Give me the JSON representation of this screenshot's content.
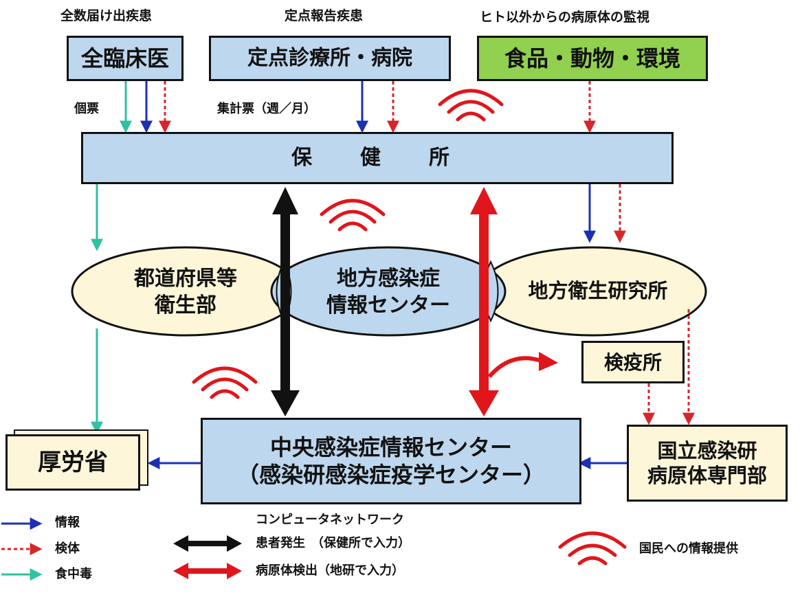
{
  "captions": {
    "notifiable_all": "全数届け出疾患",
    "sentinel": "定点報告疾患",
    "non_human": "ヒト以外からの病原体の監視"
  },
  "boxes": {
    "all_clinics": "全臨床医",
    "sentinel_sites": "定点診療所・病院",
    "food_env": "食品・動物・環境",
    "health_center": "保　健　所",
    "quarantine": "検疫所",
    "mhlw": "厚労省",
    "central_center_line1": "中央感染症情報センター",
    "central_center_line2": "（感染研感染症疫学センター）",
    "niid_line1": "国立感染研",
    "niid_line2": "病原体専門部"
  },
  "ellipses": {
    "prefecture_line1": "都道府県等",
    "prefecture_line2": "衛生部",
    "local_info_line1": "地方感染症",
    "local_info_line2": "情報センター",
    "local_lab": "地方衛生研究所"
  },
  "labels": {
    "individual_form": "個票",
    "aggregate_form": "集計票（週／月）"
  },
  "legend": {
    "info": "情報",
    "specimen": "検体",
    "food_poisoning": "食中毒",
    "network_title": "コンピュータネットワーク",
    "patient": "患者発生　（保健所で入力）",
    "pathogen": "病原体検出（地研で入力）",
    "public_info": "国民への情報提供"
  },
  "colors": {
    "info_arrow": "#1c2fb5",
    "specimen_arrow": "#d7262b",
    "food_arrow": "#2fc1a0",
    "network_black": "#111111",
    "network_red": "#e0161b",
    "box_blue": "#bdd7ee",
    "box_green": "#92d050",
    "box_cream": "#fdf6d8"
  }
}
